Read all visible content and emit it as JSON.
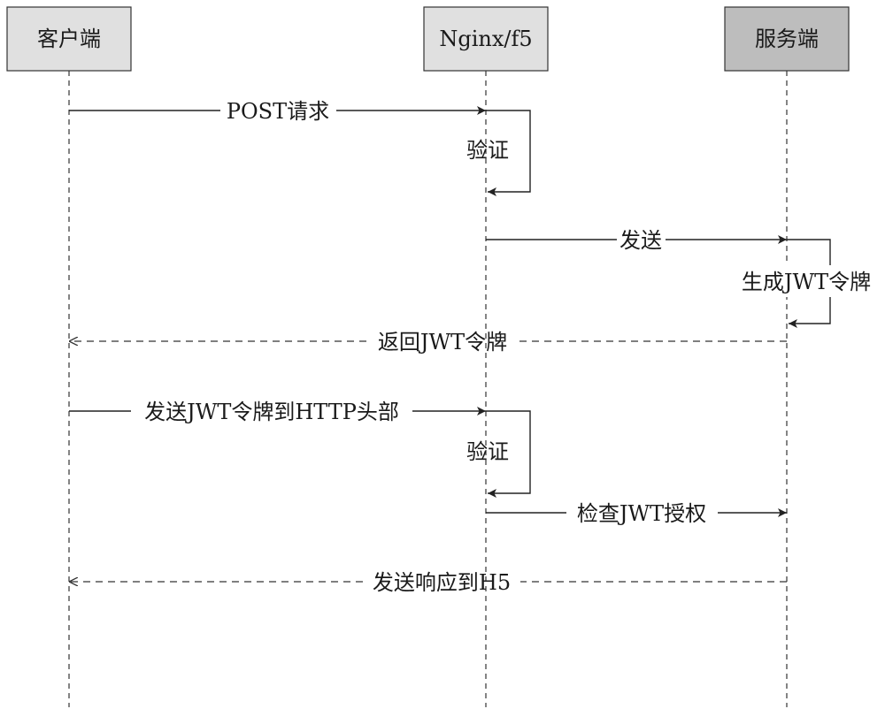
{
  "participants": [
    {
      "id": "client",
      "label": "客户端",
      "fill": "#e0e0e0"
    },
    {
      "id": "nginx",
      "label": "Nginx/f5",
      "fill": "#e0e0e0"
    },
    {
      "id": "server",
      "label": "服务端",
      "fill": "#bdbdbd"
    }
  ],
  "messages": {
    "post_request": "POST请求",
    "verify_1": "验证",
    "send": "发送",
    "generate_jwt": "生成JWT令牌",
    "return_jwt": "返回JWT令牌",
    "send_jwt_header": "发送JWT令牌到HTTP头部",
    "verify_2": "验证",
    "check_jwt": "检查JWT授权",
    "send_response": "发送响应到H5"
  }
}
